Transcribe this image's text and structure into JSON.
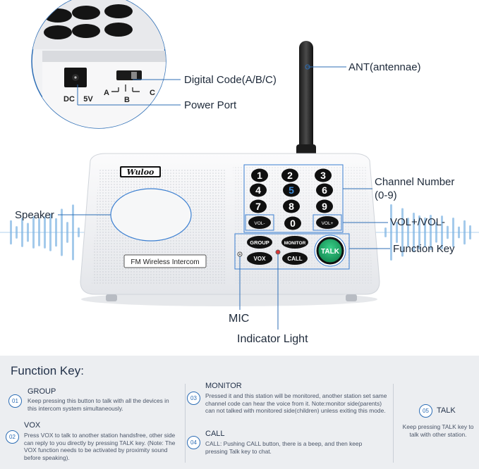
{
  "device": {
    "brand": "Wuloo",
    "model_label": "FM Wireless Intercom",
    "keypad": [
      "1",
      "2",
      "3",
      "4",
      "5",
      "6",
      "7",
      "8",
      "9",
      "0"
    ],
    "vol_minus_label": "VOL-",
    "vol_plus_label": "VOL+",
    "group_label": "GROUP",
    "monitor_label": "MONITOR",
    "vox_label": "VOX",
    "call_label": "CALL",
    "talk_label": "TALK",
    "port_dc_label": "DC",
    "port_5v_label": "5V",
    "switch_a_label": "A",
    "switch_b_label": "B",
    "switch_c_label": "C"
  },
  "callouts": {
    "digital_code": "Digital Code(A/B/C)",
    "power_port": "Power Port",
    "antenna": "ANT(antennae)",
    "speaker": "Speaker",
    "channel_number_line1": "Channel Number",
    "channel_number_line2": "(0-9)",
    "vol": "VOL+/VOL-",
    "function_key": "Function Key",
    "mic": "MIC",
    "indicator_light": "Indicator Light"
  },
  "function_keys": {
    "title": "Function Key:",
    "items": [
      {
        "num": "01",
        "name": "GROUP",
        "desc": "Keep pressing this button to talk with all the devices in this intercom system simultaneously."
      },
      {
        "num": "02",
        "name": "VOX",
        "desc": "Press VOX to talk to another station handsfree, other side can reply to you directly by pressing TALK key. (Note: The VOX function needs to be activated by proximity sound before speaking)."
      },
      {
        "num": "03",
        "name": "MONITOR",
        "desc": "Pressed it and this station will be monitored, another station set same channel code can hear the voice from it. Note:monitor side(parents) can not talked with monitored side(children) unless exiting this mode."
      },
      {
        "num": "04",
        "name": "CALL",
        "desc": "CALL: Pushing CALL button, there is a beep, and then keep pressing Talk key to chat."
      },
      {
        "num": "05",
        "name": "TALK",
        "desc": "Keep pressing TALK key to talk with other station."
      }
    ]
  },
  "colors": {
    "accent_blue": "#2c6db5",
    "talk_green": "#2bb673",
    "key_blue_digit": "#3d8bd8",
    "device_body": "#f3f4f6"
  }
}
